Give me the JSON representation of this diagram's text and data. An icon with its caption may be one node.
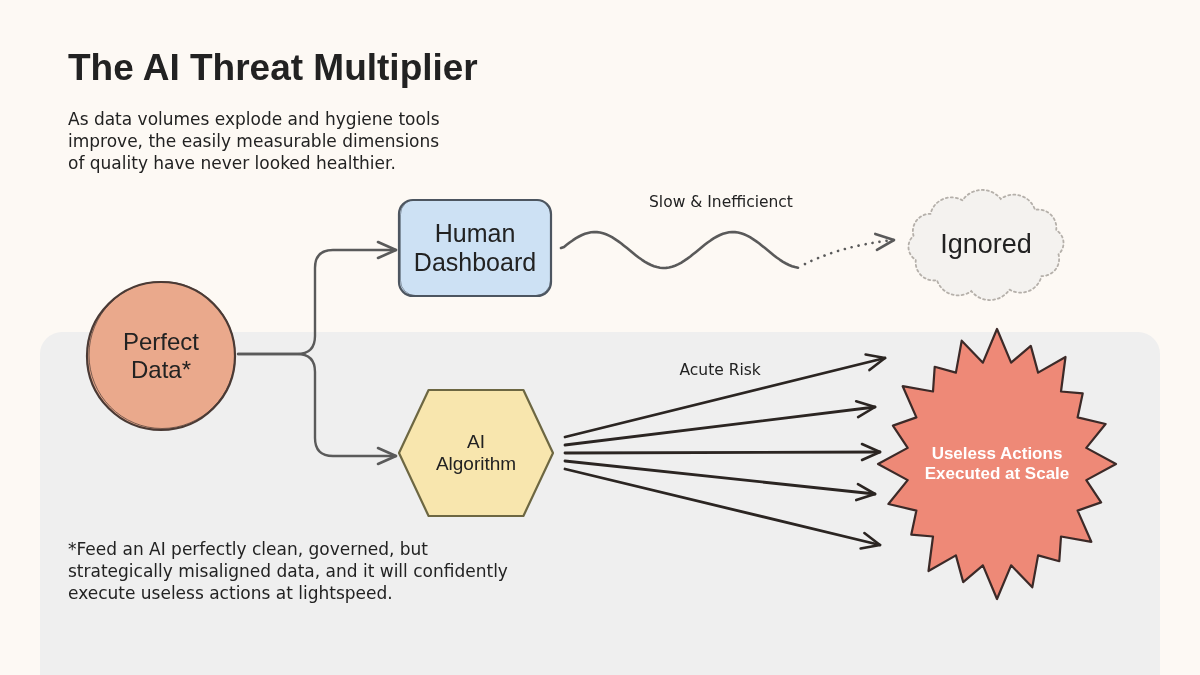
{
  "diagram": {
    "title": "The AI Threat Multiplier",
    "nodes": [
      {
        "text": [
          "Perfect Data*"
        ]
      },
      {
        "text": [
          "Human Dashboard"
        ]
      },
      {
        "text": [
          "Ignored"
        ]
      },
      {
        "text": [
          "AI Algorithm"
        ]
      },
      {
        "text": [
          "Useless Actions Executed at Scale"
        ]
      }
    ],
    "edges": [
      {
        "from": 0,
        "to": 1,
        "arrow": "to",
        "color": "#5a5a5a"
      },
      {
        "from": 0,
        "to": 3,
        "arrow": "to",
        "color": "#5a5a5a"
      },
      {
        "from": 1,
        "to": 2,
        "label": "Slow & Inefficienct",
        "arrow": "to",
        "style": "dashed",
        "color": "#5a5a5a"
      },
      {
        "from": 3,
        "to": 4,
        "label": "Acute Risk",
        "arrow": "to"
      },
      {
        "from": 3,
        "to": 4,
        "arrow": "to"
      },
      {
        "from": 3,
        "to": 4,
        "arrow": "to"
      },
      {
        "from": 3,
        "to": 4,
        "arrow": "to"
      },
      {
        "from": 3,
        "to": 4,
        "arrow": "to"
      }
    ],
    "labels": [
      "As data volumes explode and hygiene tools improve, the easily measurable dimensions of quality have never looked healthier.",
      "*Feed an AI perfectly clean, governed, but strategically misaligned data, and it will confidently execute useless actions at lightspeed."
    ]
  }
}
